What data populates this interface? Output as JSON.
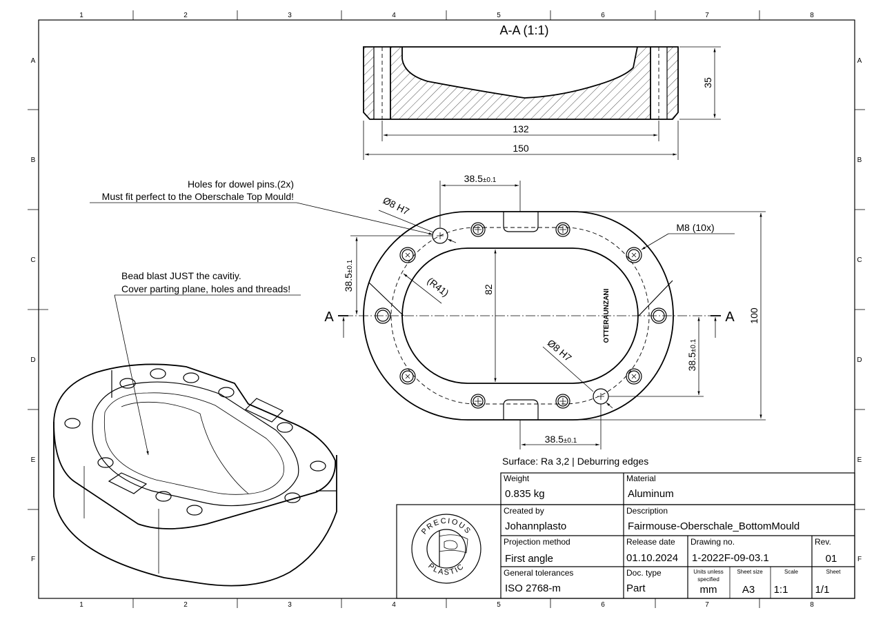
{
  "border": {
    "columns": [
      "1",
      "2",
      "3",
      "4",
      "5",
      "6",
      "7",
      "8"
    ],
    "rows": [
      "A",
      "B",
      "C",
      "D",
      "E",
      "F"
    ]
  },
  "section_view": {
    "title": "A-A (1:1)",
    "dim_height": "35",
    "dim_inner": "132",
    "dim_outer": "150"
  },
  "top_view": {
    "dim_top_spacing": "38.5",
    "dim_bottom_spacing": "38.5",
    "dim_left_spacing": "38.5",
    "dim_right_spacing": "38.5",
    "tolerance": "±0.1",
    "dim_82": "82",
    "dim_100": "100",
    "radius": "(R41)",
    "dowel_label": "Ø8 H7",
    "dowel_label_2": "Ø8 H7",
    "thread_label": "M8 (10x)",
    "section_marker": "A",
    "engraving": "OTTERAUNZANI"
  },
  "notes": {
    "dowel_line1": "Holes for dowel pins.(2x)",
    "dowel_line2": "Must fit perfect to the Oberschale Top Mould!",
    "blast_line1": "Bead blast JUST the cavitiy.",
    "blast_line2": "Cover parting plane, holes and threads!",
    "surface": "Surface: Ra 3,2 | Deburring edges"
  },
  "title_block": {
    "weight_label": "Weight",
    "weight_value": "0.835 kg",
    "material_label": "Material",
    "material_value": "Aluminum",
    "created_label": "Created by",
    "created_value": "Johannplasto",
    "description_label": "Description",
    "description_value": "Fairmouse-Oberschale_BottomMould",
    "projection_label": "Projection method",
    "projection_value": "First angle",
    "release_label": "Release date",
    "release_value": "01.10.2024",
    "drawing_label": "Drawing no.",
    "drawing_value": "1-2022F-09-03.1",
    "rev_label": "Rev.",
    "rev_value": "01",
    "tolerance_label": "General tolerances",
    "tolerance_value": "ISO 2768-m",
    "doctype_label": "Doc. type",
    "doctype_value": "Part",
    "units_label_1": "Units unless",
    "units_label_2": "specified",
    "units_value": "mm",
    "sheetsize_label": "Sheet size",
    "sheetsize_value": "A3",
    "scale_label": "Scale",
    "scale_value": "1:1",
    "sheet_label": "Sheet",
    "sheet_value": "1/1",
    "logo_top": "PRECIOUS",
    "logo_bottom": "PLASTIC"
  }
}
